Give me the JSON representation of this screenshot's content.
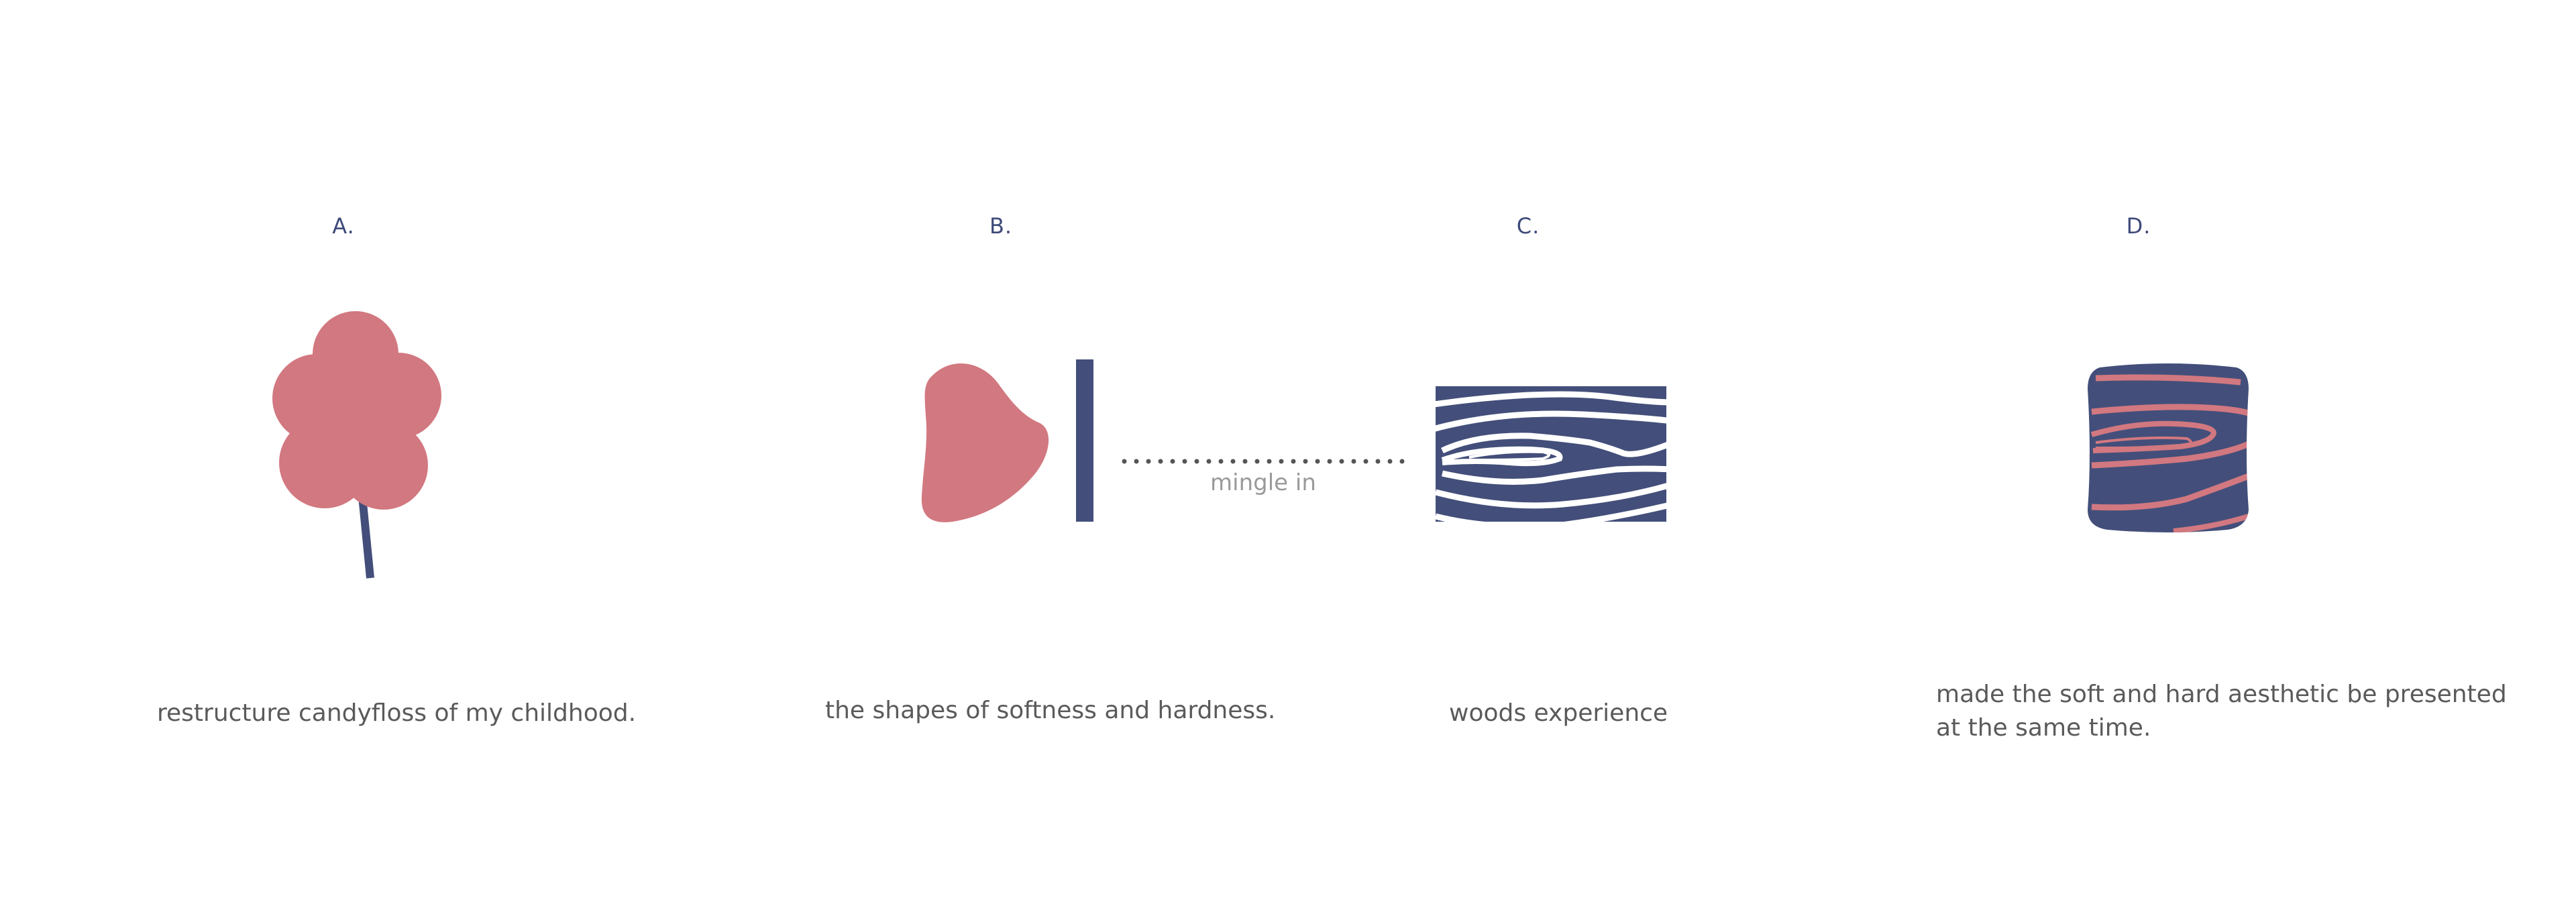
{
  "panels": [
    {
      "letter": "A.",
      "caption": "restructure candyfloss of my childhood."
    },
    {
      "letter": "B.",
      "caption": "the shapes of softness and hardness."
    },
    {
      "letter": "C.",
      "caption": "woods experience"
    },
    {
      "letter": "D.",
      "caption_line1": "made the soft and hard aesthetic be presented",
      "caption_line2": "at the same time."
    }
  ],
  "connector": {
    "label": "mingle in"
  },
  "colors": {
    "pink": "#d27880",
    "navy": "#434f7a",
    "label": "#3e4a7a",
    "text": "#5a5a5a",
    "muted": "#9a9a9a"
  },
  "icons": [
    "candyfloss-icon",
    "soft-shape-icon",
    "hard-bar-icon",
    "wood-grain-icon",
    "blended-block-icon"
  ]
}
